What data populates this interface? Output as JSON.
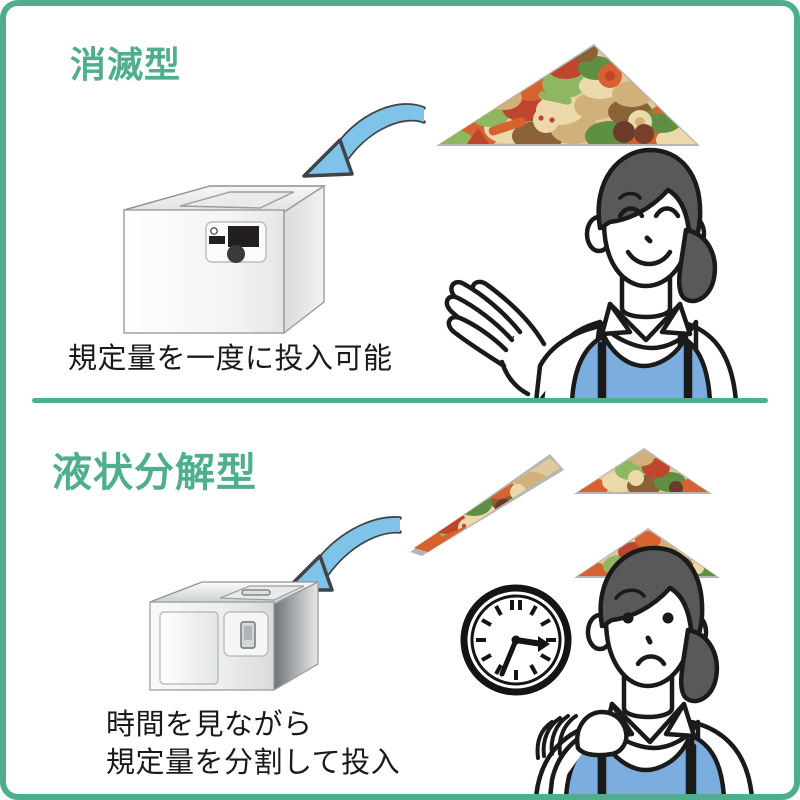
{
  "document": {
    "type": "comparison-infographic",
    "language": "ja",
    "border_color": "#4FAE8B",
    "background_color": "#ffffff"
  },
  "theme": {
    "accent_green": "#4FAE8B",
    "text_black": "#1a1a1a",
    "arrow_fill": "#7FC4E8",
    "arrow_stroke": "#3f4448",
    "apron_blue": "#7BAEDF",
    "hair_gray": "#59585a",
    "outline_black": "#1a1a1a",
    "machine_light": "#f4f4f4",
    "machine_shadow": "#b9bcbe",
    "food_orange": "#d8622f",
    "food_red": "#c0452e",
    "food_green": "#5f8f42",
    "food_lightgreen": "#8fb661",
    "food_cream": "#ecd9ab",
    "food_tan": "#d2b07a",
    "food_brown": "#8a6236",
    "food_plate_gray": "#b6b6b6"
  },
  "sections": [
    {
      "id": "shoumetsu",
      "heading": "消滅型",
      "caption": "規定量を一度に投入可能",
      "arrow": {
        "name": "curved-arrow-down-left",
        "direction": "down-left"
      },
      "machine": {
        "name": "disappearing-type-composter",
        "style": "large-white-box",
        "features": [
          "top-lid-opening",
          "control-panel",
          "display-screen",
          "round-knob",
          "indicator-led"
        ]
      },
      "food_piles": [
        {
          "size": "large",
          "orientation": "tilted-right"
        }
      ],
      "person": {
        "name": "smiling-woman",
        "expression": "smiling",
        "gesture": "open-palm-presenting",
        "clothing": [
          "white-collared-shirt",
          "blue-apron"
        ],
        "hair": "ponytail"
      },
      "clock": null
    },
    {
      "id": "ekijou-bunkai",
      "heading": "液状分解型",
      "caption": "時間を見ながら\n規定量を分割して投入",
      "arrow": {
        "name": "curved-arrow-down-left",
        "direction": "down-left"
      },
      "machine": {
        "name": "liquefying-type-composter",
        "style": "small-metal-box",
        "features": [
          "top-lid-handle",
          "side-panel",
          "switch-button"
        ]
      },
      "food_piles": [
        {
          "size": "medium",
          "orientation": "tilted-right"
        },
        {
          "size": "small",
          "orientation": "flat"
        },
        {
          "size": "small",
          "orientation": "flat"
        }
      ],
      "person": {
        "name": "worried-woman",
        "expression": "worried",
        "gesture": "hand-to-chin",
        "clothing": [
          "white-collared-shirt",
          "blue-apron"
        ],
        "hair": "ponytail"
      },
      "clock": {
        "name": "wall-clock",
        "hour_hand": "3",
        "minute_hand": "35",
        "style": "analog-tick-marks"
      }
    }
  ]
}
